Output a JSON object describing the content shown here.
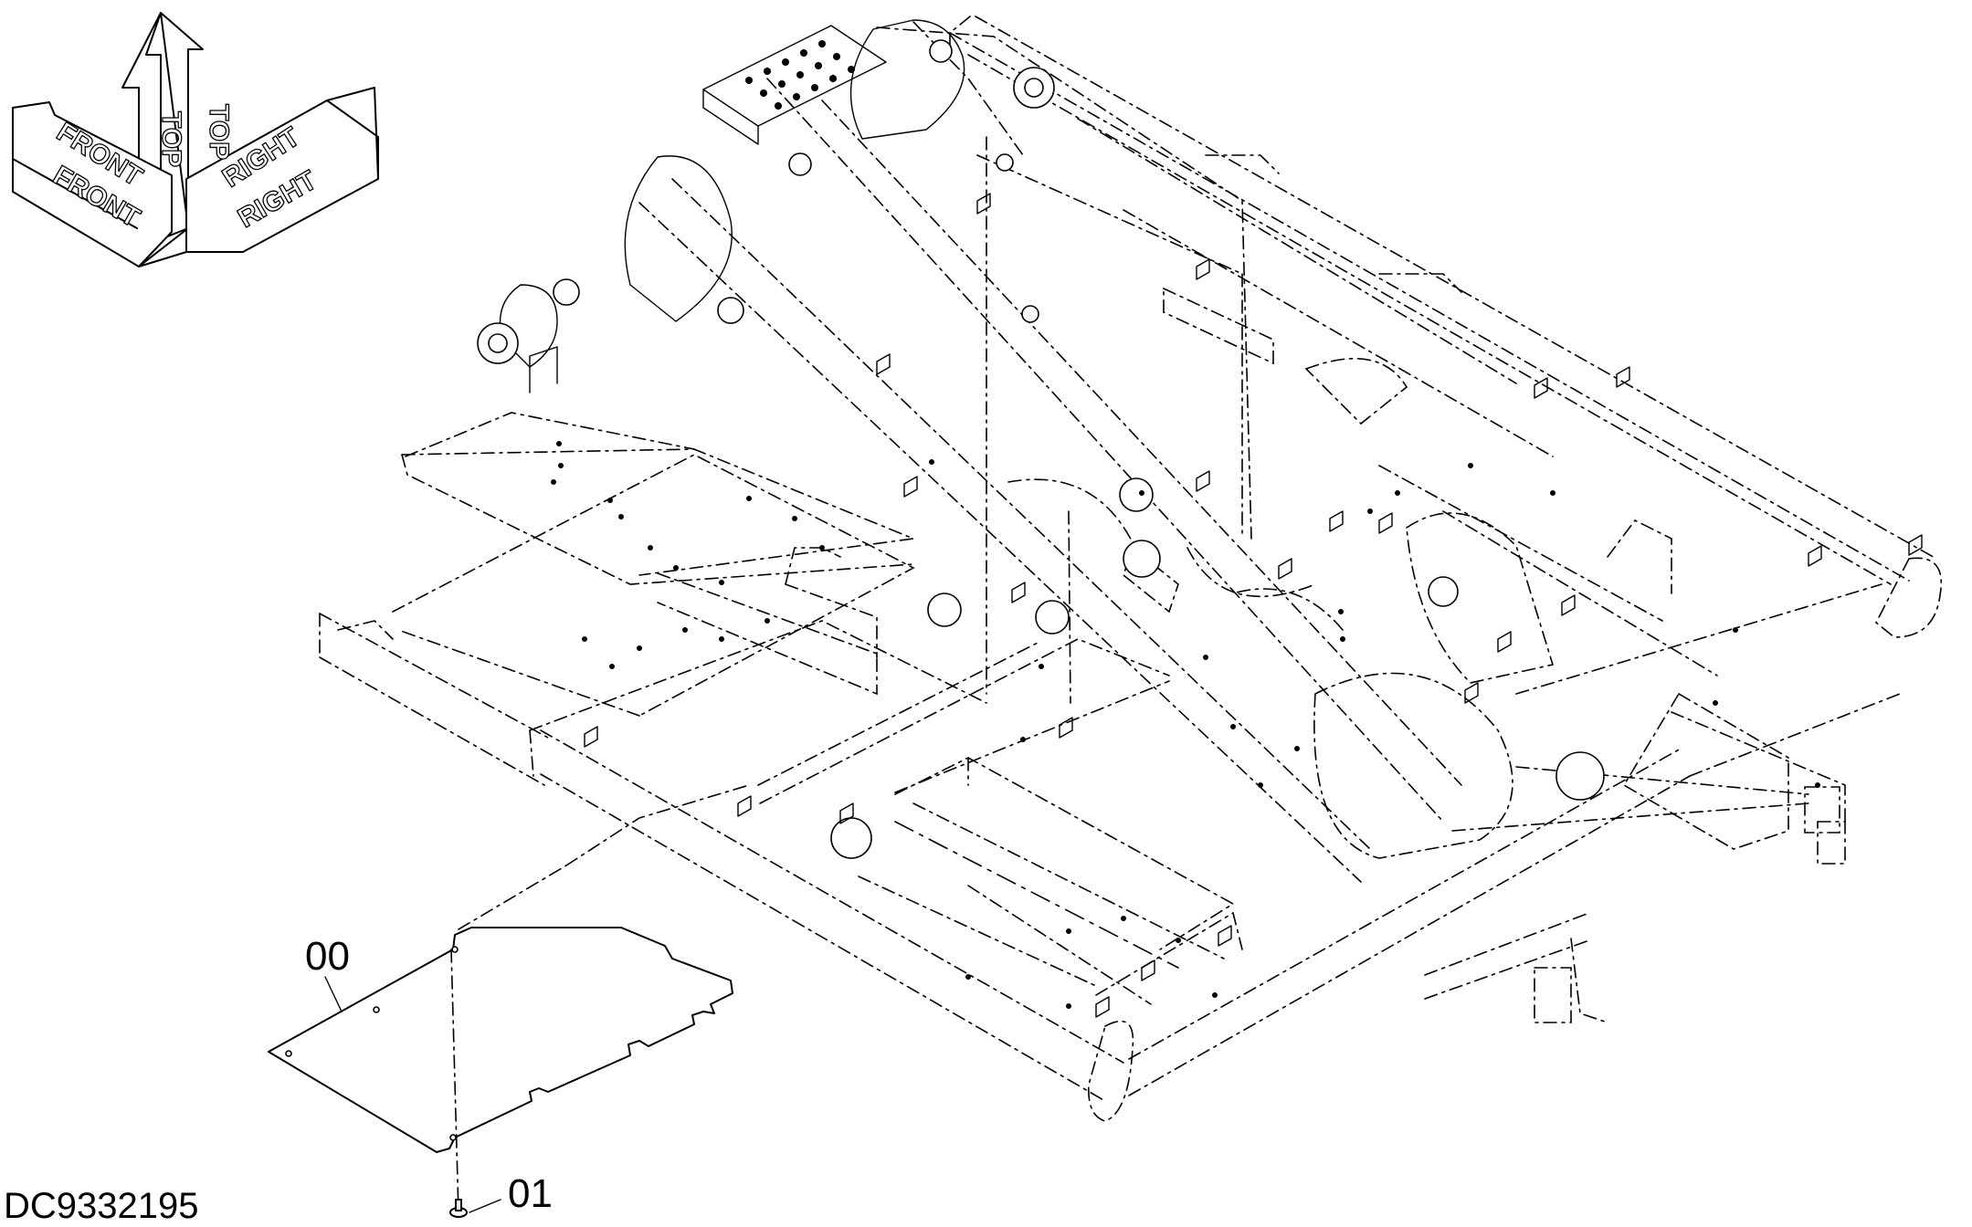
{
  "drawing_number": "DC9332195",
  "orientation_labels": {
    "front": "FRONT",
    "top": "TOP",
    "right": "RIGHT"
  },
  "callouts": [
    {
      "id": "00",
      "label": "00"
    },
    {
      "id": "01",
      "label": "01"
    }
  ],
  "colors": {
    "line": "#000000",
    "background": "#ffffff"
  }
}
